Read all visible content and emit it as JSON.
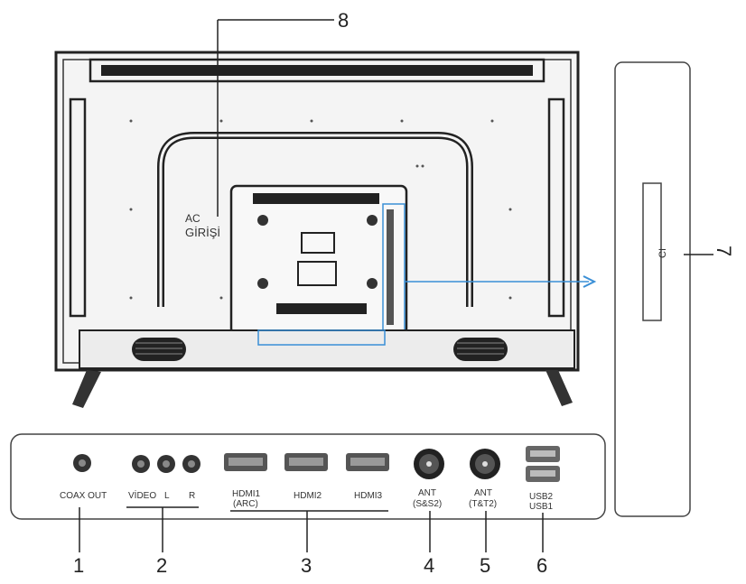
{
  "callouts": {
    "c1": "1",
    "c2": "2",
    "c3": "3",
    "c4": "4",
    "c5": "5",
    "c6": "6",
    "c7": "7",
    "c8": "8"
  },
  "ac_input": {
    "line1": "AC",
    "line2": "GİRİŞİ"
  },
  "side_panel": {
    "ci_label": "CI"
  },
  "ports": {
    "coax": "COAX OUT",
    "video": "VİDEO",
    "audio_l": "L",
    "audio_r": "R",
    "hdmi1_line1": "HDMI1",
    "hdmi1_line2": "(ARC)",
    "hdmi2": "HDMI2",
    "hdmi3": "HDMI3",
    "ant_s_line1": "ANT",
    "ant_s_line2": "(S&S2)",
    "ant_t_line1": "ANT",
    "ant_t_line2": "(T&T2)",
    "usb2": "USB2",
    "usb1": "USB1"
  },
  "colors": {
    "arrow": "#3a8fd6",
    "outline": "#222222",
    "panel_outline": "#444444"
  }
}
